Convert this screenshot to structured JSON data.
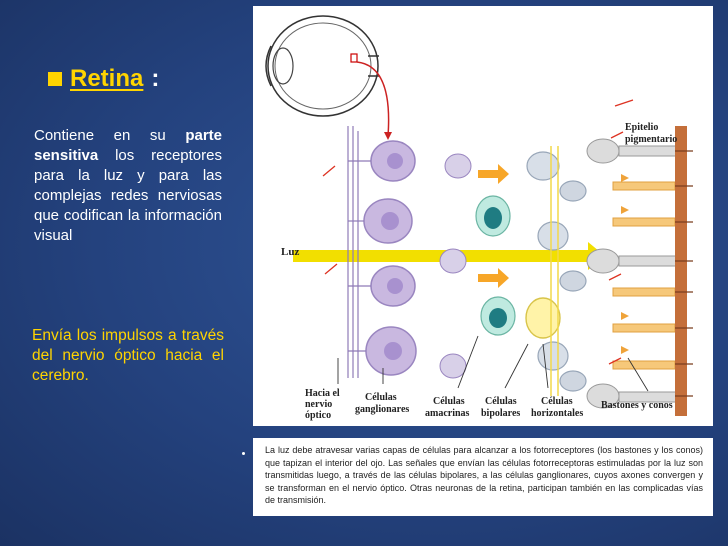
{
  "slide": {
    "title_word": "Retina",
    "title_colon": ":",
    "para1_prefix": "Contiene en su ",
    "para1_bold": "parte sensitiva",
    "para1_suffix": " los receptores para la luz y para las complejas redes nerviosas que codifican la información visual",
    "para2": "Envía los impulsos a través del nervio óptico hacia el cerebro.",
    "colors": {
      "accent_yellow": "#ffd400",
      "background_blue": "#2a4a8a"
    }
  },
  "figure": {
    "label_epitelio": "Epitelio",
    "label_pigmentario": "pigmentario",
    "label_luz": "Luz",
    "label_hacia_el": "Hacia el",
    "label_nervio": "nervio",
    "label_optico": "óptico",
    "label_celulas_1": "Células",
    "label_ganglionares": "ganglionares",
    "label_celulas_2": "Células",
    "label_amacrinas": "amacrinas",
    "label_celulas_3": "Células",
    "label_bipolares": "bipolares",
    "label_celulas_4": "Células",
    "label_horizontales": "horizontales",
    "label_bastones": "Bastones y conos"
  },
  "caption": {
    "text": "La luz debe atravesar varias capas de células para alcanzar a los fotorreceptores (los bastones y los conos) que tapizan el interior del ojo. Las señales que envían las células fotorreceptoras estimuladas por la luz son transmitidas luego, a través de las células bipolares, a las células ganglionares, cuyos axones convergen y se transforman en el nervio óptico. Otras neuronas de la retina, participan también en las complicadas vías de transmisión."
  }
}
